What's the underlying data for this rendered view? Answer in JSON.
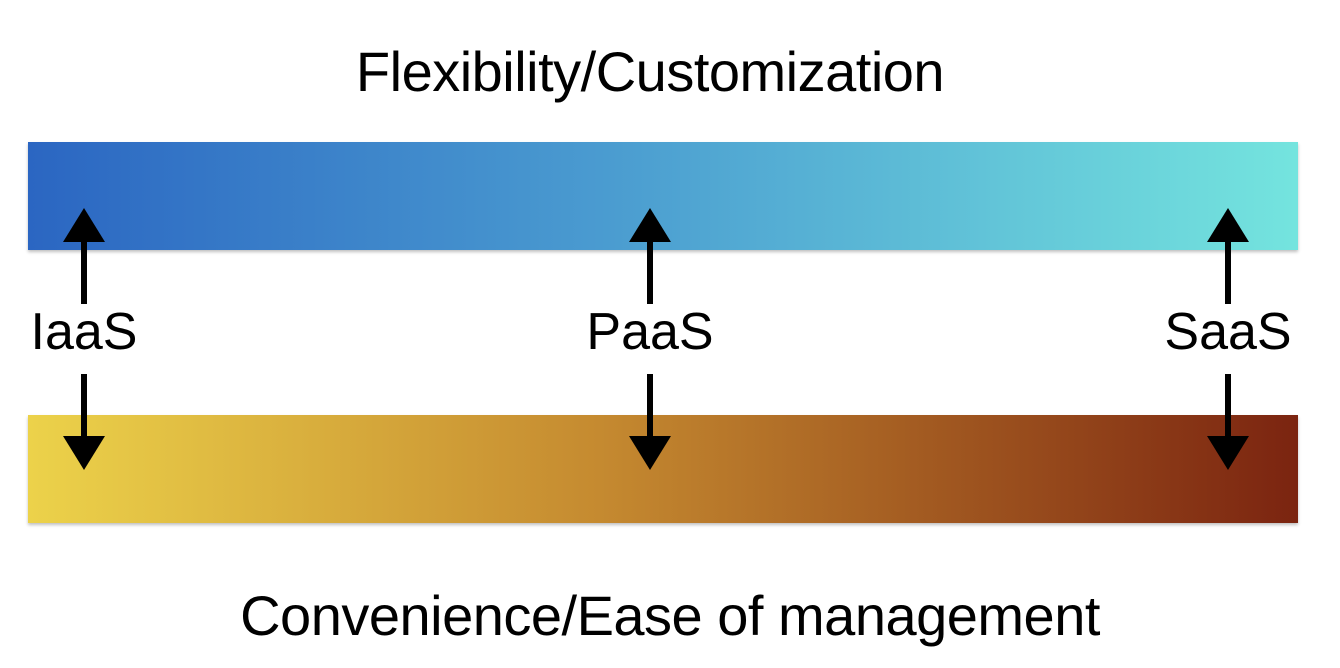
{
  "diagram": {
    "top_label": "Flexibility/Customization",
    "bottom_label": "Convenience/Ease of management",
    "models": [
      {
        "name": "IaaS"
      },
      {
        "name": "PaaS"
      },
      {
        "name": "SaaS"
      }
    ],
    "colors": {
      "top_gradient_start": "#2b66c2",
      "top_gradient_end": "#74e4de",
      "bottom_gradient_start": "#ecd24a",
      "bottom_gradient_end": "#7b2410",
      "arrow": "#000000"
    }
  }
}
